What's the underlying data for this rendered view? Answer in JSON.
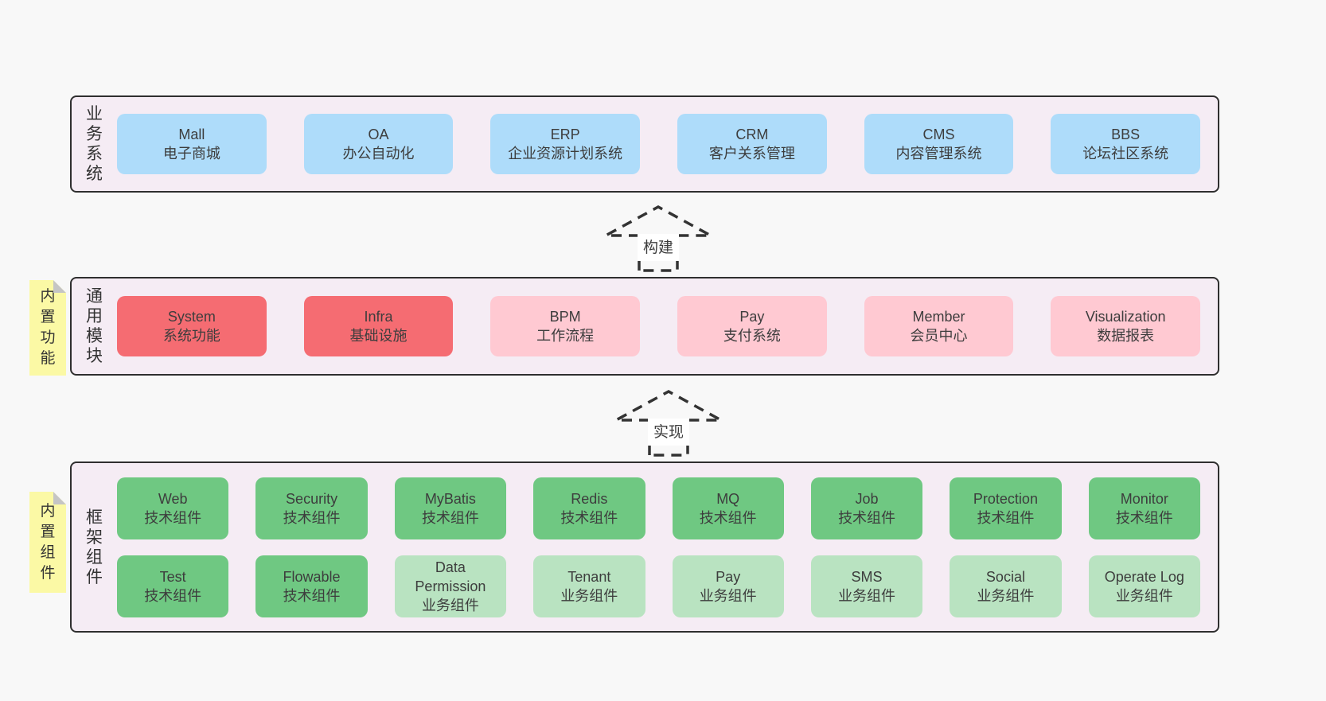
{
  "colors": {
    "page_bg": "#f8f8f8",
    "band_bg": "#f5ecf4",
    "band_border": "#2f2f2f",
    "blue": "#aedcfa",
    "red": "#f56c72",
    "pink": "#ffc9d2",
    "green": "#6fc882",
    "green_light": "#b9e3c1",
    "sticky_yellow": "#fbf9a5",
    "sticky_fold": "#c5c5c5",
    "text": "#3d3d3d",
    "arrow": "#333333"
  },
  "bands": [
    {
      "id": "business-systems",
      "label": "业务系统",
      "sticky": null,
      "rows": [
        [
          {
            "id": "mall",
            "title": "Mall",
            "subtitle": "电子商城",
            "variant": "blue"
          },
          {
            "id": "oa",
            "title": "OA",
            "subtitle": "办公自动化",
            "variant": "blue"
          },
          {
            "id": "erp",
            "title": "ERP",
            "subtitle": "企业资源计划系统",
            "variant": "blue"
          },
          {
            "id": "crm",
            "title": "CRM",
            "subtitle": "客户关系管理",
            "variant": "blue"
          },
          {
            "id": "cms",
            "title": "CMS",
            "subtitle": "内容管理系统",
            "variant": "blue"
          },
          {
            "id": "bbs",
            "title": "BBS",
            "subtitle": "论坛社区系统",
            "variant": "blue"
          }
        ]
      ]
    },
    {
      "id": "common-modules",
      "label": "通用模块",
      "sticky": "内置功能",
      "rows": [
        [
          {
            "id": "system",
            "title": "System",
            "subtitle": "系统功能",
            "variant": "red"
          },
          {
            "id": "infra",
            "title": "Infra",
            "subtitle": "基础设施",
            "variant": "red"
          },
          {
            "id": "bpm",
            "title": "BPM",
            "subtitle": "工作流程",
            "variant": "pink"
          },
          {
            "id": "pay",
            "title": "Pay",
            "subtitle": "支付系统",
            "variant": "pink"
          },
          {
            "id": "member",
            "title": "Member",
            "subtitle": "会员中心",
            "variant": "pink"
          },
          {
            "id": "visualization",
            "title": "Visualization",
            "subtitle": "数据报表",
            "variant": "pink"
          }
        ]
      ]
    },
    {
      "id": "framework-components",
      "label": "框架组件",
      "sticky": "内置组件",
      "rows": [
        [
          {
            "id": "web",
            "title": "Web",
            "subtitle": "技术组件",
            "variant": "green"
          },
          {
            "id": "security",
            "title": "Security",
            "subtitle": "技术组件",
            "variant": "green"
          },
          {
            "id": "mybatis",
            "title": "MyBatis",
            "subtitle": "技术组件",
            "variant": "green"
          },
          {
            "id": "redis",
            "title": "Redis",
            "subtitle": "技术组件",
            "variant": "green"
          },
          {
            "id": "mq",
            "title": "MQ",
            "subtitle": "技术组件",
            "variant": "green"
          },
          {
            "id": "job",
            "title": "Job",
            "subtitle": "技术组件",
            "variant": "green"
          },
          {
            "id": "protection",
            "title": "Protection",
            "subtitle": "技术组件",
            "variant": "green"
          },
          {
            "id": "monitor",
            "title": "Monitor",
            "subtitle": "技术组件",
            "variant": "green"
          }
        ],
        [
          {
            "id": "test",
            "title": "Test",
            "subtitle": "技术组件",
            "variant": "green"
          },
          {
            "id": "flowable",
            "title": "Flowable",
            "subtitle": "技术组件",
            "variant": "green"
          },
          {
            "id": "data-permission",
            "title": "Data Permission",
            "subtitle": "业务组件",
            "variant": "green_light"
          },
          {
            "id": "tenant",
            "title": "Tenant",
            "subtitle": "业务组件",
            "variant": "green_light"
          },
          {
            "id": "pay-component",
            "title": "Pay",
            "subtitle": "业务组件",
            "variant": "green_light"
          },
          {
            "id": "sms",
            "title": "SMS",
            "subtitle": "业务组件",
            "variant": "green_light"
          },
          {
            "id": "social",
            "title": "Social",
            "subtitle": "业务组件",
            "variant": "green_light"
          },
          {
            "id": "operate-log",
            "title": "Operate Log",
            "subtitle": "业务组件",
            "variant": "green_light"
          }
        ]
      ]
    }
  ],
  "arrows": [
    {
      "label": "构建"
    },
    {
      "label": "实现"
    }
  ]
}
